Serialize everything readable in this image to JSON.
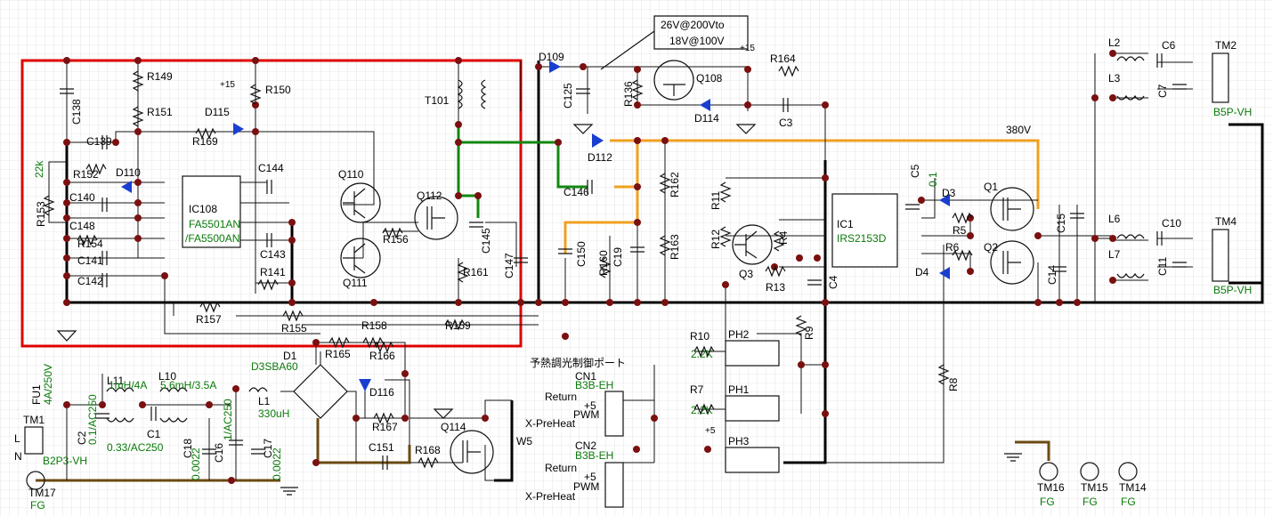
{
  "bus_label": "380V",
  "note": {
    "line1": "26V@200Vto",
    "line2": "18V@100V"
  },
  "port_label": "予熱調光制御ポート",
  "ics": [
    {
      "ref": "IC108",
      "value": "FA5501AN",
      "alt": "/FA5500AN"
    },
    {
      "ref": "IC1",
      "value": "IRS2153D"
    }
  ],
  "transformer": "T101",
  "bridge": {
    "ref": "D1",
    "value": "D3SBA60"
  },
  "resistors": [
    "R149",
    "R150",
    "R151",
    "R152",
    "R153",
    "R154",
    "R141",
    "R155",
    "R156",
    "R157",
    "R158",
    "R159",
    "R160",
    "R161",
    "R162",
    "R163",
    "R164",
    "R165",
    "R166",
    "R167",
    "R168",
    "R169",
    "R136",
    "R4",
    "R5",
    "R6",
    "R7",
    "R8",
    "R9",
    "R10",
    "R11",
    "R12",
    "R13"
  ],
  "r153_value": "22k",
  "r10_value": "2.2K",
  "r7_value": "2.2K",
  "capacitors": [
    "C138",
    "C139",
    "C140",
    "C141",
    "C142",
    "C143",
    "C144",
    "C145",
    "C146",
    "C147",
    "C148",
    "C150",
    "C19",
    "C125",
    "C151",
    "C3",
    "C4",
    "C5",
    "C6",
    "C7",
    "C10",
    "C11",
    "C14",
    "C15",
    "C16",
    "C17",
    "C18"
  ],
  "c5_value": "0.1",
  "c2": {
    "ref": "C2",
    "value": "0.1/AC250"
  },
  "c1": {
    "ref": "C1",
    "value": "0.33/AC250"
  },
  "c16_value": "1/AC250",
  "c17_value": "0.0022",
  "c18_value": "0.0022",
  "diodes": [
    "D109",
    "D110",
    "D112",
    "D114",
    "D115",
    "D116",
    "D3",
    "D4"
  ],
  "transistors": [
    "Q110",
    "Q111",
    "Q112",
    "Q108",
    "Q114",
    "Q3",
    "Q1",
    "Q2"
  ],
  "photocouplers": [
    "PH2",
    "PH1",
    "PH3"
  ],
  "inductors": [
    {
      "ref": "L11",
      "value": "1mH/4A"
    },
    {
      "ref": "L10",
      "value": "5.6mH/3.5A"
    },
    {
      "ref": "L1",
      "value": "330uH"
    },
    {
      "ref": "L2"
    },
    {
      "ref": "L3"
    },
    {
      "ref": "L6"
    },
    {
      "ref": "L7"
    }
  ],
  "fuse": {
    "ref": "FU1",
    "value": "4A/250V"
  },
  "connectors": {
    "tm1": {
      "ref": "TM1",
      "type": "B2P3-VH",
      "pin1": "L",
      "pin2": "N"
    },
    "tm2": {
      "ref": "TM2",
      "type": "B5P-VH"
    },
    "tm4": {
      "ref": "TM4",
      "type": "B5P-VH"
    },
    "cn1": {
      "ref": "CN1",
      "type": "B3B-EH",
      "pins": [
        "Return",
        "+5",
        "PWM",
        "X-PreHeat"
      ]
    },
    "cn2": {
      "ref": "CN2",
      "type": "B3B-EH",
      "pins": [
        "Return",
        "+5",
        "PWM",
        "X-PreHeat"
      ]
    },
    "w5": "W5"
  },
  "terminals": [
    {
      "ref": "TM17",
      "label": "FG"
    },
    {
      "ref": "TM16",
      "label": "FG"
    },
    {
      "ref": "TM15",
      "label": "FG"
    },
    {
      "ref": "TM14",
      "label": "FG"
    }
  ],
  "supply_marker": "+15",
  "supply_marker_small": "+5",
  "colors": {
    "highlight_box": "#e00000",
    "bus_380v": "#f0a020",
    "secondary": "#118811",
    "ground": "#6b4a12",
    "grid": "#d0d0d0"
  }
}
